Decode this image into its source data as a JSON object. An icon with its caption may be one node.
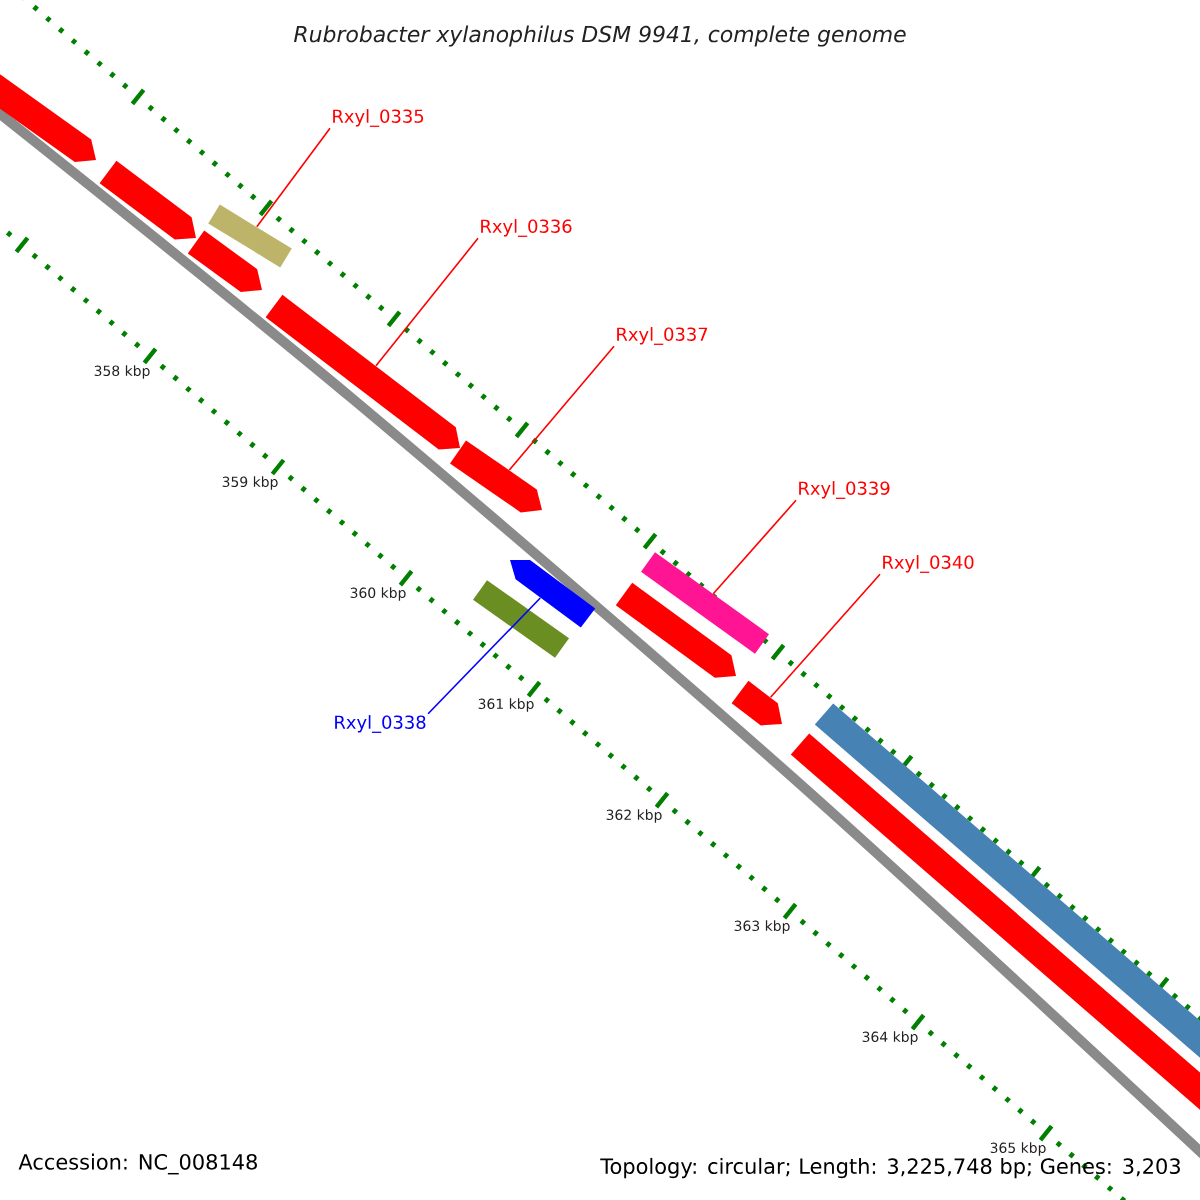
{
  "diagram": {
    "title": "Rubrobacter xylanophilus DSM 9941, complete genome",
    "nodes": [
      {
        "text": [
          "Rxyl_0335"
        ]
      },
      {
        "text": [
          "Rxyl_0336"
        ]
      },
      {
        "text": [
          "Rxyl_0337"
        ]
      },
      {
        "text": [
          "Rxyl_0338"
        ]
      },
      {
        "text": [
          "Rxyl_0339"
        ]
      },
      {
        "text": [
          "Rxyl_0340"
        ]
      },
      {
        "text": [],
        "shape": "arrow"
      },
      {
        "text": [],
        "shape": "arrow"
      },
      {
        "text": [],
        "shape": "arrow"
      },
      {
        "text": [],
        "shape": "bar"
      },
      {
        "text": [],
        "shape": "arrow"
      },
      {
        "text": [],
        "shape": "arrow"
      },
      {
        "text": [],
        "shape": "bar"
      },
      {
        "text": [],
        "shape": "arrow"
      },
      {
        "text": [],
        "shape": "arrow"
      },
      {
        "text": [],
        "shape": "bar"
      },
      {
        "text": [],
        "shape": "arrow"
      },
      {
        "text": [],
        "shape": "bar"
      },
      {
        "text": [],
        "shape": "bar"
      }
    ],
    "edges": [
      {
        "from": 0,
        "to": 9,
        "arrow": "none"
      },
      {
        "from": 1,
        "to": 10,
        "arrow": "none"
      },
      {
        "from": 2,
        "to": 11,
        "arrow": "none"
      },
      {
        "from": 3,
        "to": 13,
        "arrow": "none",
        "color": "#0000ff"
      },
      {
        "from": 4,
        "to": 15,
        "arrow": "none"
      },
      {
        "from": 5,
        "to": 16,
        "arrow": "none"
      }
    ],
    "labels": [
      "358 kbp",
      "359 kbp",
      "360 kbp",
      "361 kbp",
      "362 kbp",
      "363 kbp",
      "364 kbp",
      "365 kbp",
      "Accession: NC_008148",
      "Topology: circular; Length: 3,225,748 bp; Genes: 3,203"
    ]
  }
}
